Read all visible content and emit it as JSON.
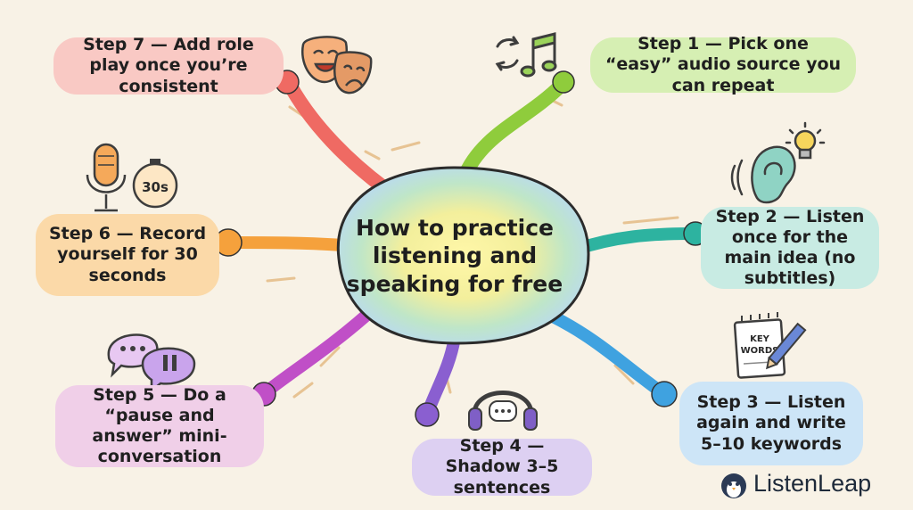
{
  "center_topic": "How to practice listening and speaking for free",
  "steps": [
    {
      "text": "Step 1 — Pick one “easy” audio source you can repeat",
      "color": "#8fcc3c",
      "bg": "#d6efb3",
      "icon": "music-note-repeat-icon"
    },
    {
      "text": "Step 2 — Listen once for the main idea (no subtitles)",
      "color": "#2db3a0",
      "bg": "#c8ebe3",
      "icon": "ear-lightbulb-icon"
    },
    {
      "text": "Step 3 — Listen again and write 5–10 keywords",
      "color": "#3fa2e0",
      "bg": "#cde5f7",
      "icon": "keywords-notepad-icon"
    },
    {
      "text": "Step 4 — Shadow 3–5 sentences",
      "color": "#8a5fd0",
      "bg": "#ddd0f2",
      "icon": "headphones-icon"
    },
    {
      "text": "Step 5 — Do a “pause and answer” mini-conversation",
      "color": "#c04fc7",
      "bg": "#f0cfe8",
      "icon": "chat-pause-icon"
    },
    {
      "text": "Step 6 — Record yourself for 30 seconds",
      "color": "#f5a13c",
      "bg": "#fbd9a8",
      "icon": "microphone-timer-icon"
    },
    {
      "text": "Step 7 — Add role play once you’re consistent",
      "color": "#ef6a63",
      "bg": "#f9c9c4",
      "icon": "theater-masks-icon"
    }
  ],
  "icon_texts": {
    "timer": "30s",
    "keywords": "KEY WORDS"
  },
  "brand": {
    "name": "ListenLeap"
  }
}
